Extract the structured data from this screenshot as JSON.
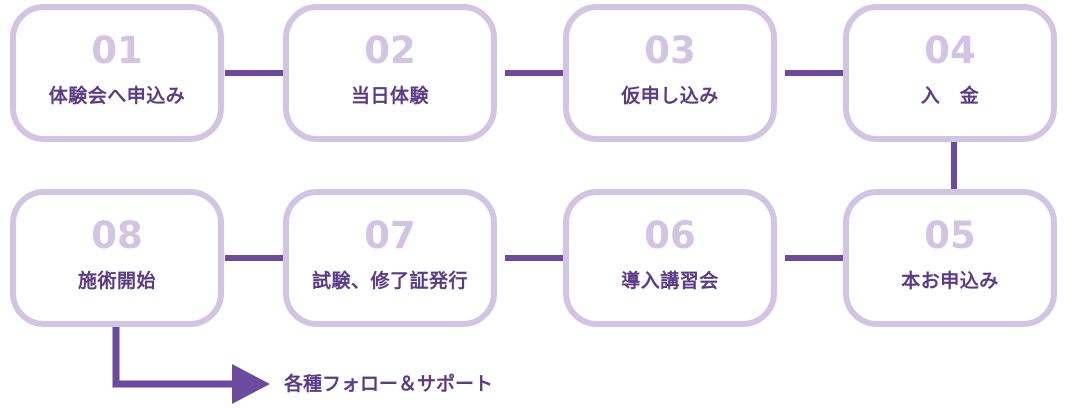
{
  "steps": [
    {
      "num": "01",
      "label": "体験会へ申込み"
    },
    {
      "num": "02",
      "label": "当日体験"
    },
    {
      "num": "03",
      "label": "仮申し込み"
    },
    {
      "num": "04",
      "label": "入　金"
    },
    {
      "num": "05",
      "label": "本お申込み"
    },
    {
      "num": "06",
      "label": "導入講習会"
    },
    {
      "num": "07",
      "label": "試験、修了証発行"
    },
    {
      "num": "08",
      "label": "施術開始"
    }
  ],
  "follow_up": {
    "label": "各種フォロー＆サポート"
  },
  "colors": {
    "box_border": "#d4c4e4",
    "number": "#d4c4e4",
    "label": "#5a3b88",
    "connector": "#6c4a9e"
  }
}
